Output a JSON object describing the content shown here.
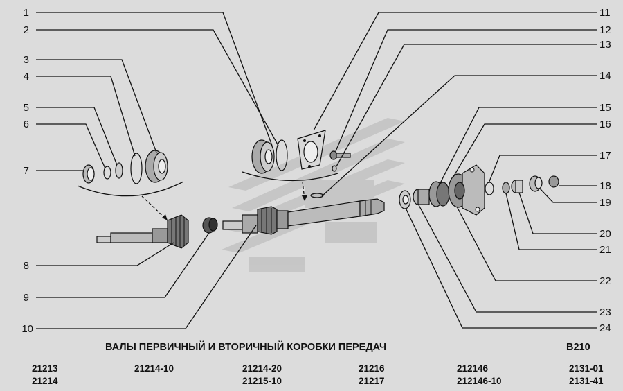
{
  "diagram": {
    "title": "ВАЛЫ ПЕРВИЧНЫЙ И ВТОРИЧНЫЙ КОРОБКИ ПЕРЕДАЧ",
    "code": "B210",
    "callouts_left": [
      "1",
      "2",
      "3",
      "4",
      "5",
      "6",
      "7",
      "8",
      "9",
      "10"
    ],
    "callouts_right": [
      "11",
      "12",
      "13",
      "14",
      "15",
      "16",
      "17",
      "18",
      "19",
      "20",
      "21",
      "22",
      "23",
      "24"
    ]
  },
  "models": [
    [
      "21213",
      "21214"
    ],
    [
      "21214-10",
      ""
    ],
    [
      "21214-20",
      "21215-10"
    ],
    [
      "21216",
      "21217"
    ],
    [
      "212146",
      "212146-10"
    ],
    [
      "2131-01",
      "2131-41"
    ]
  ],
  "colors": {
    "background": "#dcdcdc",
    "ink": "#111111",
    "watermark": "#c2c2c2"
  }
}
